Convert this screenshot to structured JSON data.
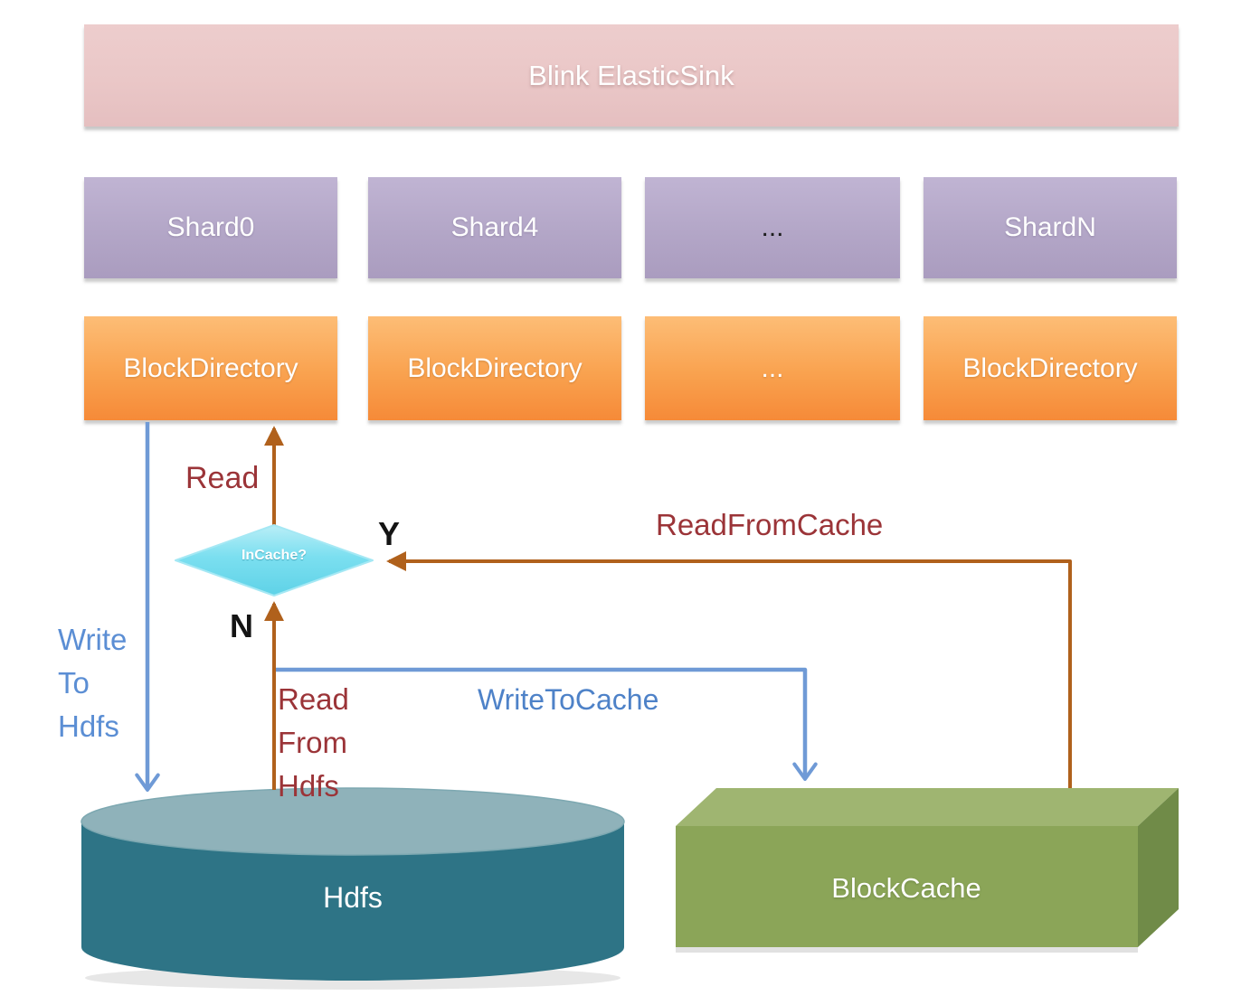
{
  "banner": {
    "label": "Blink ElasticSink"
  },
  "shards": [
    {
      "label": "Shard0"
    },
    {
      "label": "Shard4"
    },
    {
      "label": "..."
    },
    {
      "label": "ShardN"
    }
  ],
  "block_directories": [
    {
      "label": "BlockDirectory"
    },
    {
      "label": "BlockDirectory"
    },
    {
      "label": "..."
    },
    {
      "label": "BlockDirectory"
    }
  ],
  "decision": {
    "label": "InCache?",
    "yes_label": "Y",
    "no_label": "N"
  },
  "edges": {
    "read": "Read",
    "read_from_cache": "ReadFromCache",
    "write_to_cache": "WriteToCache",
    "write_to_hdfs": "Write\nTo\nHdfs",
    "read_from_hdfs": "Read\nFrom\nHdfs"
  },
  "storage": {
    "hdfs": "Hdfs",
    "block_cache": "BlockCache"
  },
  "colors": {
    "banner_pink": "#eac7c7",
    "shard_purple": "#b3a6c7",
    "directory_orange": "#f9a24f",
    "decision_cyan": "#7bdff0",
    "arrow_brown": "#b0611c",
    "read_label_red": "#9b3438",
    "arrow_blue": "#6f9ad6",
    "write_label_blue": "#4e82c8",
    "hdfs_teal": "#2e7486",
    "block_cache_green": "#8ba558"
  }
}
